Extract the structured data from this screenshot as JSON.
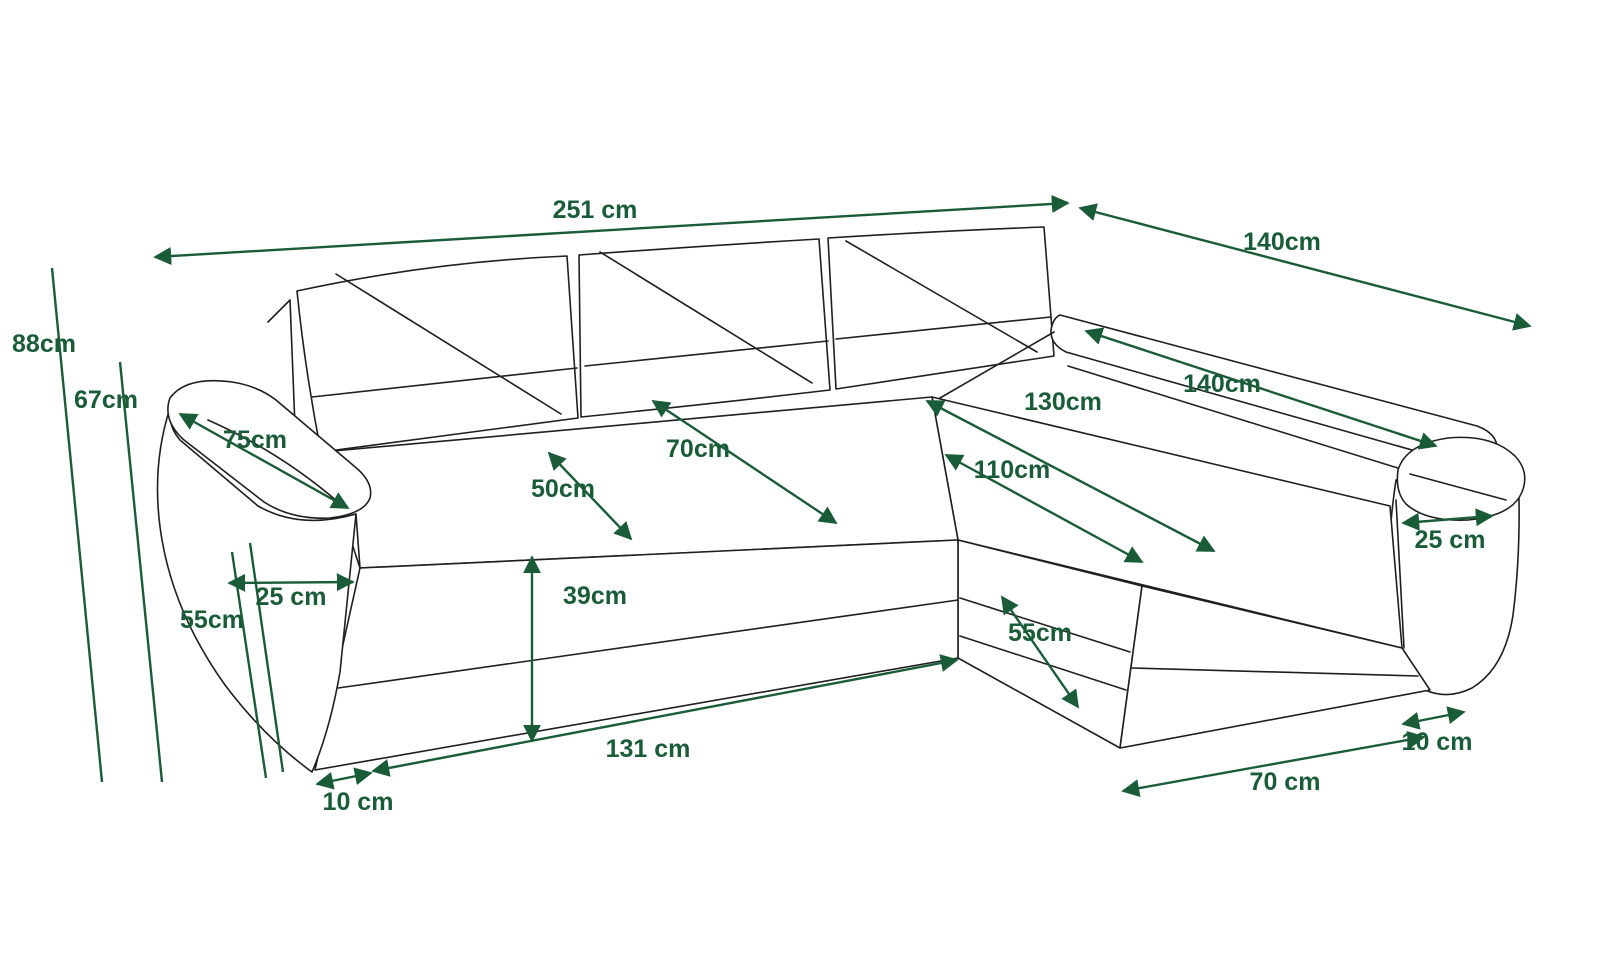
{
  "diagram": {
    "subject": "corner sofa dimension drawing",
    "colors": {
      "dimension": "#1a5c38",
      "outline": "#1f1f1f",
      "background": "#ffffff"
    },
    "dimensions": {
      "overall_width": "251 cm",
      "depth_overall": "140cm",
      "height_overall": "88cm",
      "armrest_height": "67cm",
      "armrest_length": "75cm",
      "seat_depth_inner": "50cm",
      "seat_depth_outer": "70cm",
      "chaise_cushion_length": "140cm",
      "chaise_length_outer": "130cm",
      "chaise_length_inner": "110cm",
      "armrest_width_right": "25 cm",
      "armrest_width_left": "25 cm",
      "front_height_left": "55cm",
      "seat_height": "39cm",
      "chaise_front_height": "55cm",
      "front_width": "131 cm",
      "leg_inset_left": "10 cm",
      "chaise_front_width": "70 cm",
      "leg_inset_right": "10 cm"
    }
  }
}
